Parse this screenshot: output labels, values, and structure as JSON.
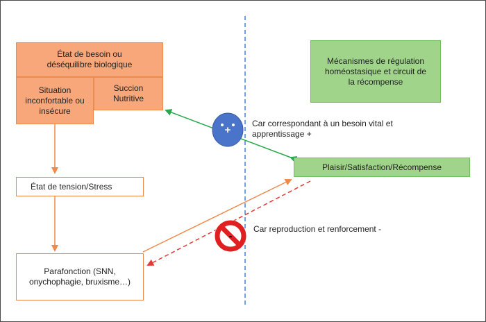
{
  "boxes": {
    "besoin": "État de besoin ou déséquilibre biologique",
    "situation": "Situation inconfortable ou insécure",
    "succion": "Succion Nutritive",
    "tension": "État de tension/Stress",
    "parafonction": "Parafonction (SNN, onychophagie, bruxisme…)",
    "mecanismes": "Mécanismes de régulation homéostasique et circuit de la récompense",
    "plaisir": "Plaisir/Satisfaction/Récompense"
  },
  "labels": {
    "besoin_vital": "Car correspondant à un besoin vital et apprentissage +",
    "reproduction": "Car reproduction et renforcement -"
  },
  "symbols": {
    "plus": "+",
    "minus": "-"
  },
  "colors": {
    "orange_fill": "#f7a77a",
    "orange_line": "#f08a4b",
    "green_fill": "#9fd48a",
    "green_arrow": "#2aa84a",
    "red_dashed": "#e53935",
    "blue_dashed": "#4a7fd0",
    "smiley_blue": "#4a74c9",
    "stop_red": "#e02020"
  }
}
